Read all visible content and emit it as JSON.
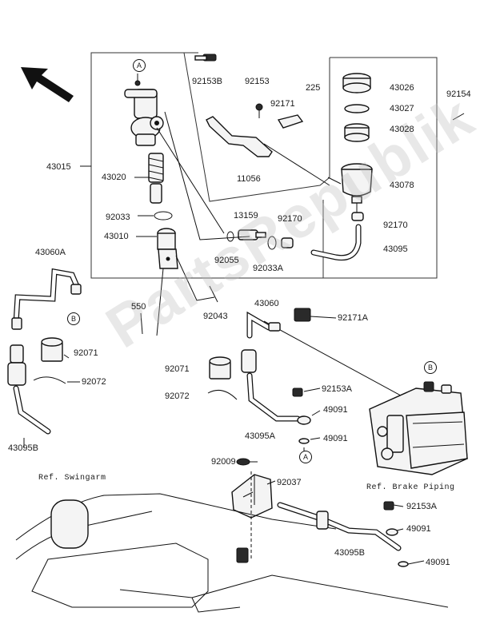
{
  "watermark": "PartsRepublik",
  "reference_notes": {
    "swingarm": "Ref. Swingarm",
    "brake_piping": "Ref. Brake Piping"
  },
  "markers": {
    "a_top": "A",
    "a_bottom": "A",
    "b_left": "B",
    "b_right": "B"
  },
  "callouts": {
    "c92153B": "92153B",
    "c92153": "92153",
    "c225": "225",
    "c92171": "92171",
    "c43026": "43026",
    "c43027": "43027",
    "c43028": "43028",
    "c92154": "92154",
    "c43015": "43015",
    "c43020": "43020",
    "c11056": "11056",
    "c43078": "43078",
    "c92033": "92033",
    "c13159": "13159",
    "c92170a": "92170",
    "c92170b": "92170",
    "c43010": "43010",
    "c43095": "43095",
    "c92055": "92055",
    "c92033A": "92033A",
    "c43060A": "43060A",
    "c550": "550",
    "c92043": "92043",
    "c43060": "43060",
    "c92171A": "92171A",
    "c92071a": "92071",
    "c92072a": "92072",
    "c92071b": "92071",
    "c92072b": "92072",
    "c92153A": "92153A",
    "c49091a": "49091",
    "c43095A": "43095A",
    "c49091b": "49091",
    "c43095B_left": "43095B",
    "c92009": "92009",
    "c92037": "92037",
    "c92153A_b": "92153A",
    "c49091c": "49091",
    "c43095B_right": "43095B",
    "c49091d": "49091"
  }
}
